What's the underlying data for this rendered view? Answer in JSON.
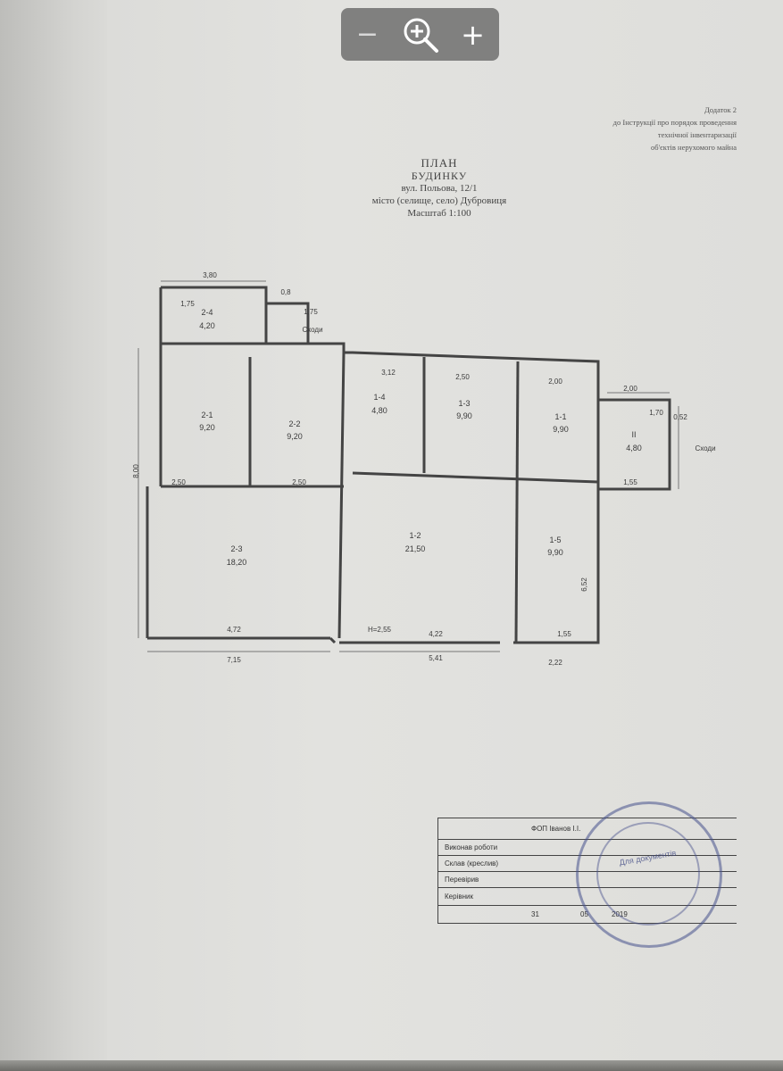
{
  "viewer": {
    "zoom_out_label": "−",
    "zoom_in_label": "+",
    "zoom_icon": "magnifier-plus-icon"
  },
  "document": {
    "annex_lines": [
      "Додаток 2",
      "до Інструкції про порядок проведення",
      "технічної інвентаризації",
      "об'єктів нерухомого майна"
    ],
    "title": "ПЛАН",
    "subtitle": "БУДИНКУ",
    "address_line": "вул. Польова, 12/1",
    "locality_line": "місто (селище, село) Дубровиця",
    "scale_line": "Масштаб 1:100"
  },
  "plan": {
    "rooms": [
      {
        "id": "2-4",
        "area": "4,20"
      },
      {
        "id": "2-1",
        "area": "9,20"
      },
      {
        "id": "2-2",
        "area": "9,20"
      },
      {
        "id": "1-4",
        "area": "4,80"
      },
      {
        "id": "1-3",
        "area": "9,90"
      },
      {
        "id": "1-1",
        "area": "9,90"
      },
      {
        "id": "II",
        "area": "4,80"
      },
      {
        "id": "2-3",
        "area": "18,20"
      },
      {
        "id": "1-2",
        "area": "21,50"
      },
      {
        "id": "1-5",
        "area": "9,90"
      }
    ],
    "dims": [
      "3,80",
      "1,75",
      "0,8",
      "1,75",
      "Сходи",
      "3,12",
      "2,50",
      "2,00",
      "2,00",
      "1,70",
      "0,52",
      "Сходи",
      "2,50",
      "2,50",
      "1,55",
      "4,72",
      "H=2,55",
      "4,22",
      "1,55",
      "7,15",
      "5,41",
      "2,22",
      "8,00",
      "6,52"
    ]
  },
  "stamp": {
    "org": "ФОП Іванов І.І.",
    "rows": [
      "Виконав роботи",
      "Склав (креслив)",
      "Перевірив",
      "Керівник"
    ],
    "date_row": [
      "31",
      "05",
      "2019"
    ],
    "seal_text": "Для документів"
  }
}
